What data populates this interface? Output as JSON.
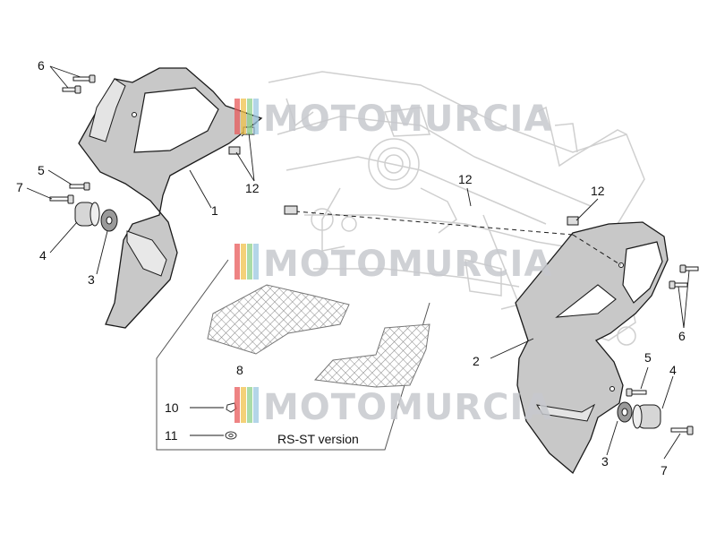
{
  "watermark": {
    "text": "MOTOMURCIA",
    "stripe_colors": [
      "#e85a5a",
      "#f0c24b",
      "#8ed08b",
      "#9bc7e0"
    ]
  },
  "callouts": {
    "c1": "1",
    "c2": "2",
    "c3_left": "3",
    "c3_right": "3",
    "c4_left": "4",
    "c4_right": "4",
    "c5_left": "5",
    "c5_right": "5",
    "c6_left": "6",
    "c6_right": "6",
    "c7_left": "7",
    "c7_right": "7",
    "c8": "8",
    "c10": "10",
    "c11": "11",
    "c12_top": "12",
    "c12_mid": "12",
    "c12_right": "12"
  },
  "version_label": "RS-ST version",
  "colors": {
    "fairing_fill": "#c8c8c8",
    "fairing_stroke": "#1a1a1a",
    "frame_stroke": "#cfcfcf",
    "mesh_stroke": "#9a9a9a"
  }
}
